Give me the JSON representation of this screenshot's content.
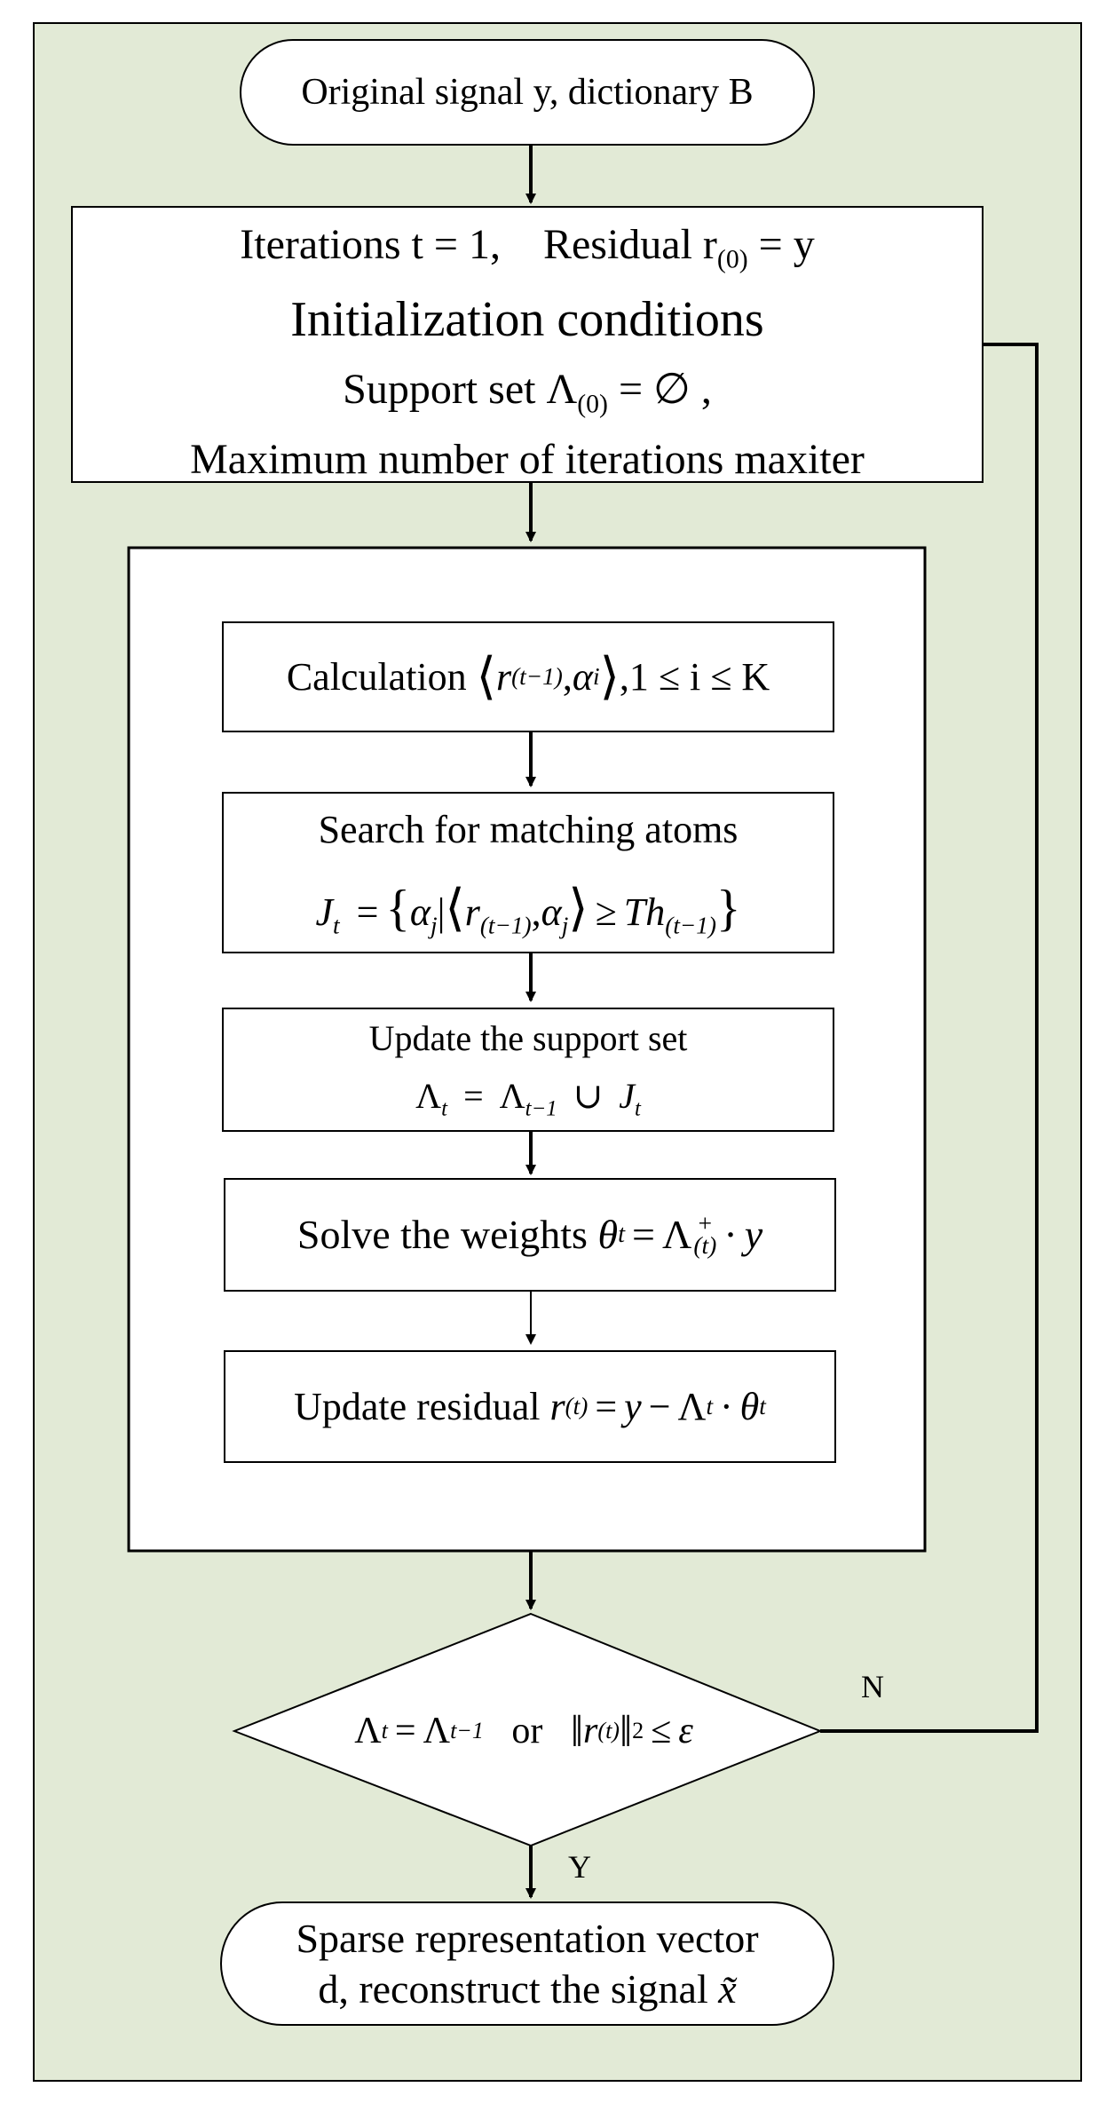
{
  "colors": {
    "page_background": "#e2ead6",
    "box_fill": "#ffffff",
    "stroke": "#000000"
  },
  "nodes": {
    "start": {
      "label": "Original signal y, dictionary B"
    },
    "init": {
      "line1_iter": "Iterations t = 1,",
      "line1_resid": "Residual r",
      "line1_resid_sub": "(0)",
      "line1_resid_eq": "= y",
      "title": "Initialization conditions",
      "support_label": "Support set Λ",
      "support_sub": "(0)",
      "support_eq": "= ∅ ,",
      "maxiter": "Maximum number of iterations maxiter"
    },
    "calc": {
      "label": "Calculation",
      "r": "r",
      "r_sub": "(t−1)",
      "alpha": "α",
      "alpha_sub": "i",
      "range": ",1 ≤ i ≤ K"
    },
    "search": {
      "title": "Search for matching atoms",
      "J": "J",
      "J_sub": "t",
      "alpha": "α",
      "alpha_sub": "j",
      "r": "r",
      "r_sub": "(t−1)",
      "Th": "Th",
      "Th_sub": "(t−1)"
    },
    "update_support": {
      "title": "Update the support set",
      "L": "Λ",
      "L_sub": "t",
      "L2_sub": "t−1",
      "J": "J",
      "J_sub": "t"
    },
    "solve": {
      "label": "Solve the weights",
      "theta": "θ",
      "theta_sub": "t",
      "L": "Λ",
      "L_sup": "+",
      "L_sub": "(t)",
      "y": "y"
    },
    "update_residual": {
      "label": "Update residual",
      "r": "r",
      "r_sub": "(t)",
      "y": "y",
      "L": "Λ",
      "L_sub": "t",
      "theta": "θ",
      "theta_sub": "t"
    },
    "decision": {
      "L": "Λ",
      "L_sub": "t",
      "L2_sub": "t−1",
      "or": "or",
      "r": "r",
      "r_sub": "(t)",
      "norm_sub": "2",
      "eps": "ε"
    },
    "end": {
      "line1": "Sparse representation vector",
      "line2": "d, reconstruct the signal",
      "xt": "x̃"
    }
  },
  "edges": {
    "no_label": "N",
    "yes_label": "Y"
  }
}
